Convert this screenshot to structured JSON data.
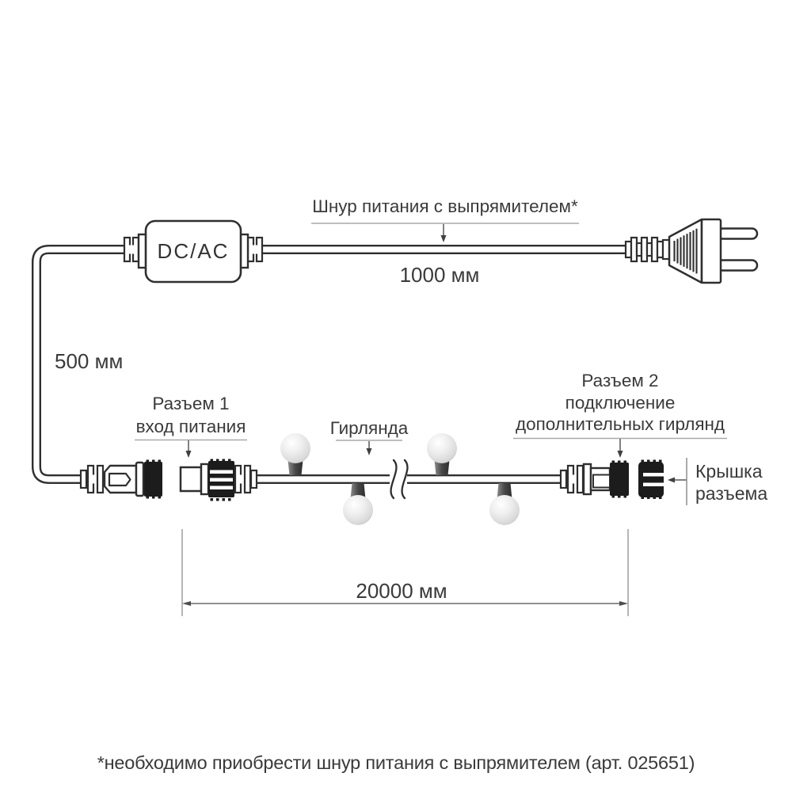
{
  "labels": {
    "power_cord": "Шнур питания с выпрямителем*",
    "power_cord_length": "1000 мм",
    "dcac": "DC/AC",
    "drop_length": "500 мм",
    "connector1_line1": "Разъем 1",
    "connector1_line2": "вход питания",
    "garland": "Гирлянда",
    "connector2_line1": "Разъем 2",
    "connector2_line2": "подключение",
    "connector2_line3": "дополнительных гирлянд",
    "cap_line1": "Крышка",
    "cap_line2": "разъема",
    "garland_length": "20000 мм",
    "footnote": "*необходимо приобрести шнур питания с выпрямителем (арт. 025651)"
  },
  "colors": {
    "line": "#2f2f2f",
    "text": "#3a3a3a",
    "underline": "#a9a9a9",
    "dimension": "#4d4d4d",
    "bulb_light": "#ffffff",
    "bulb_dark": "#c3c3c3",
    "socket_dark": "#383838"
  }
}
